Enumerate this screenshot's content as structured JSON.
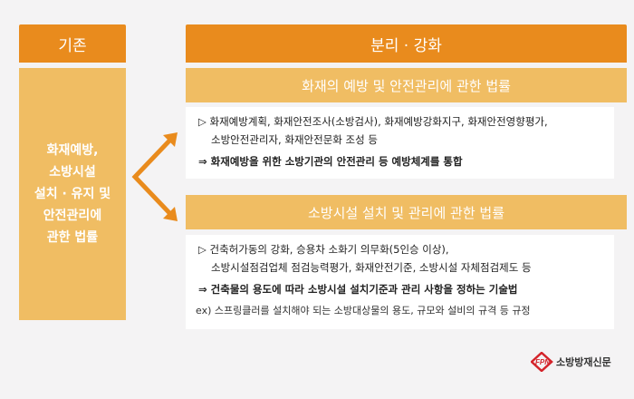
{
  "left": {
    "header": "기존",
    "body_lines": [
      "화재예방,",
      "소방시설",
      "설치 · 유지 및",
      "안전관리에",
      "관한 법률"
    ]
  },
  "right": {
    "header": "분리 · 강화",
    "sections": [
      {
        "title": "화재의 예방 및 안전관리에 관한 법률",
        "bullet_marker": "▷",
        "bullet_lines": [
          "화재예방계획, 화재안전조사(소방검사), 화재예방강화지구, 화재안전영향평가,",
          "소방안전관리자, 화재안전문화 조성 등"
        ],
        "result_marker": "⇒",
        "result": "화재예방을 위한 소방기관의 안전관리 등 예방체계를 통합"
      },
      {
        "title": "소방시설 설치 및 관리에 관한 법률",
        "bullet_marker": "▷",
        "bullet_lines": [
          "건축허가동의 강화, 승용차 소화기 의무화(5인승 이상),",
          "소방시설점검업체 점검능력평가, 화재안전기준, 소방시설 자체점검제도 등"
        ],
        "result_marker": "⇒",
        "result": "건축물의 용도에 따라 소방시설 설치기준과 관리 사항을 정하는 기술법",
        "example": "ex) 스프링클러를 설치해야 되는 소방대상물의 용도, 규모와 설비의 규격 등 규정"
      }
    ]
  },
  "logo": {
    "mark": "FPN",
    "name": "소방방재신문"
  },
  "colors": {
    "dark_orange": "#e98b1d",
    "light_orange": "#f0bd63"
  }
}
